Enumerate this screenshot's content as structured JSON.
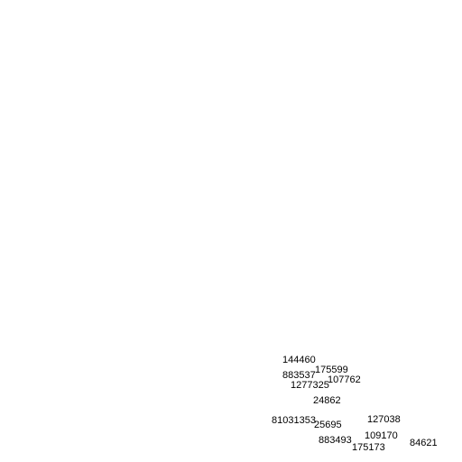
{
  "labels": [
    "144460",
    "175599",
    "883537",
    "107762",
    "1277325",
    "24862",
    "81031353",
    "127038",
    "25695",
    "109170",
    "883493",
    "84621",
    "175173"
  ]
}
